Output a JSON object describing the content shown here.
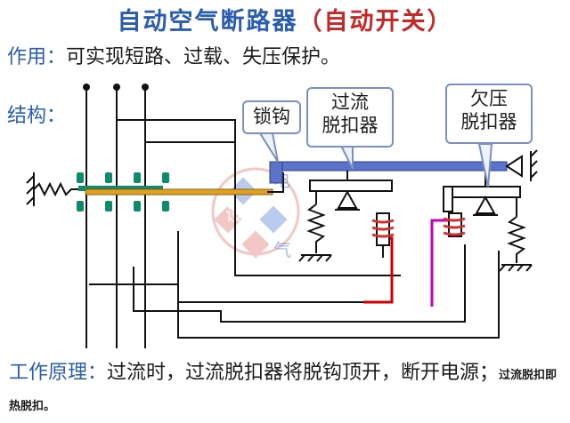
{
  "title": {
    "main": "自动空气断路器",
    "paren": "（自动开关）"
  },
  "purpose": {
    "label": "作用：",
    "text": "可实现短路、过载、失压保护。"
  },
  "structure_label": "结构：",
  "callouts": {
    "lock_hook": "锁钩",
    "overcurrent_line1": "过流",
    "overcurrent_line2": "脱扣器",
    "undervoltage_line1": "欠压",
    "undervoltage_line2": "脱扣器"
  },
  "watermark": {
    "chars": [
      "电",
      "设",
      "气"
    ]
  },
  "principle": {
    "label": "工作原理：",
    "text": "过流时，过流脱扣器将脱钩顶开，断开电源；",
    "note": "过流脱扣即热脱扣。"
  },
  "colors": {
    "title_blue": "#2a5db0",
    "title_red": "#c62828",
    "lock_bar": "#e0a020",
    "rod_blue": "#5b73c8",
    "contact_green": "#0f8a6a",
    "coil_red": "#d32f2f",
    "wire_red": "#cc0000",
    "wire_magenta": "#c000c0"
  }
}
